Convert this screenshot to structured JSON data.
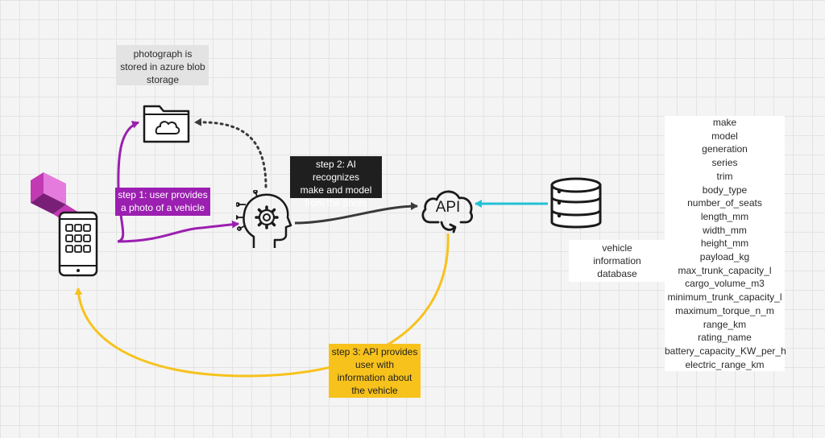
{
  "diagram": {
    "photo_note": {
      "lines": [
        "photograph is",
        "stored in azure blob",
        "storage"
      ]
    },
    "step1": {
      "lines": [
        "step 1: user provides",
        "a photo of a vehicle"
      ]
    },
    "step2": {
      "lines": [
        "step 2: AI recognizes",
        "make and model",
        "from the photo"
      ]
    },
    "step3": {
      "lines": [
        "step 3: API provides",
        "user with",
        "information about",
        "the vehicle"
      ]
    },
    "api_label": "API",
    "database_label": {
      "lines": [
        "vehicle",
        "information",
        "database"
      ]
    },
    "fields": [
      "make",
      "model",
      "generation",
      "series",
      "trim",
      "body_type",
      "number_of_seats",
      "length_mm",
      "width_mm",
      "height_mm",
      "payload_kg",
      "max_trunk_capacity_l",
      "cargo_volume_m3",
      "minimum_trunk_capacity_l",
      "maximum_torque_n_m",
      "range_km",
      "rating_name",
      "battery_capacity_KW_per_h",
      "electric_range_km"
    ],
    "icons": {
      "app_logo": "power-apps-logo-icon",
      "phone": "smartphone-icon",
      "folder": "cloud-folder-icon",
      "ai": "ai-head-gear-icon",
      "api": "api-cloud-icon",
      "database": "database-icon"
    },
    "colors": {
      "user_flow": "#9b1fb0",
      "ai_to_api": "#3a3a3a",
      "storage_link": "#3a3a3a",
      "db_link": "#22c1d6",
      "api_to_user": "#f7c21c",
      "logo_light": "#e57bdc",
      "logo_mid": "#c239b3",
      "logo_dark": "#7a1f78"
    }
  }
}
